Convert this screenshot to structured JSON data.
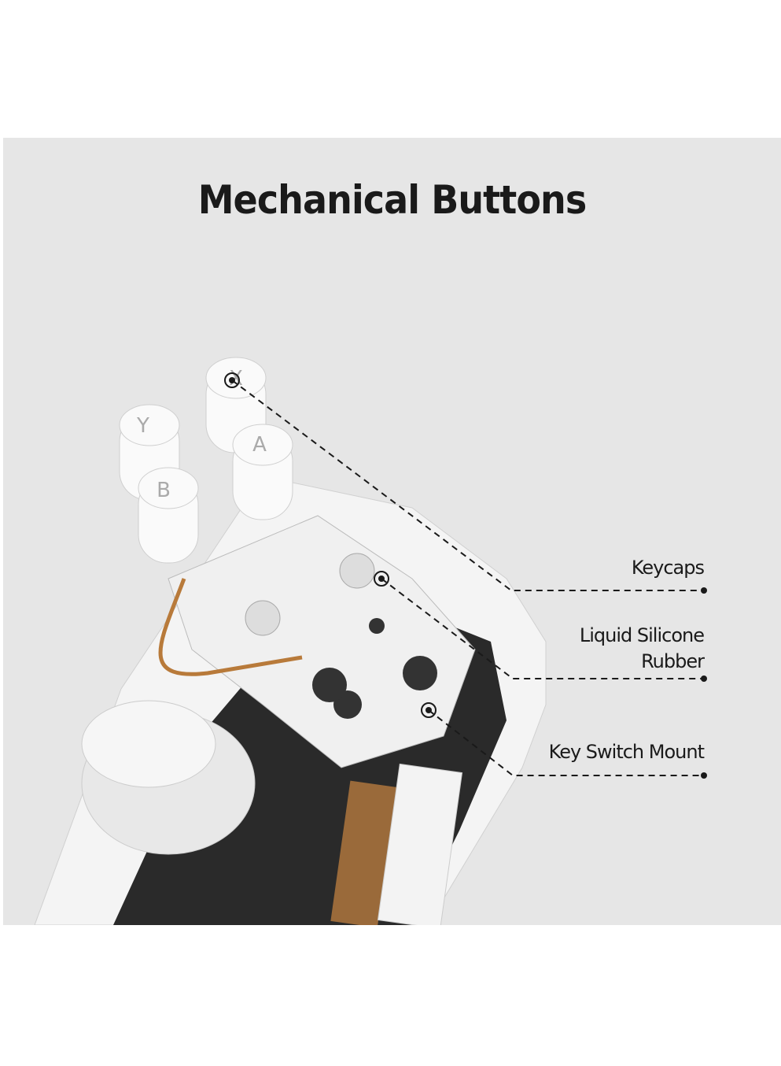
{
  "title": "Mechanical Buttons",
  "callouts": [
    {
      "label": "Keycaps"
    },
    {
      "label_line1": "Liquid Silicone",
      "label_line2": "Rubber"
    },
    {
      "label": "Key Switch Mount"
    }
  ],
  "button_letters": [
    "X",
    "Y",
    "A",
    "B"
  ],
  "colors": {
    "background": "#e6e6e6",
    "text": "#1a1a1a",
    "flex_cable": "#b87a3a"
  }
}
